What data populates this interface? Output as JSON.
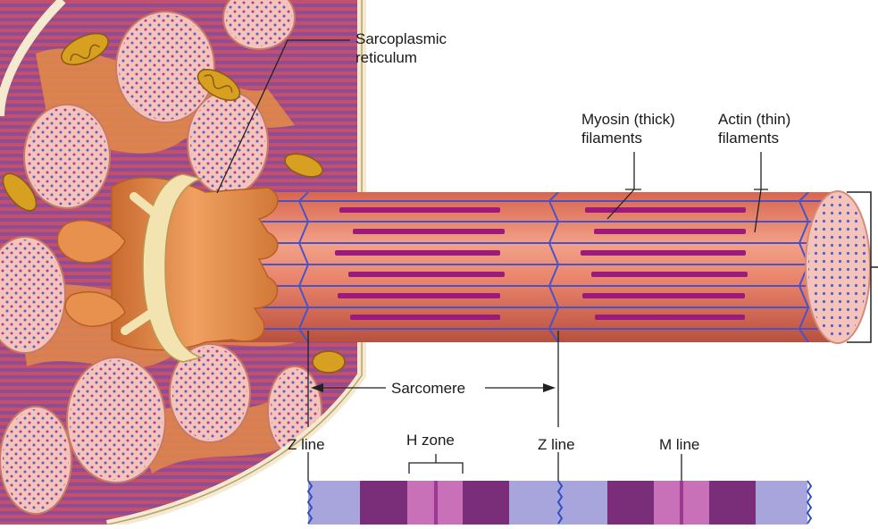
{
  "labels": {
    "sarcoplasmic_reticulum": [
      "Sarcoplasmic",
      "reticulum"
    ],
    "myosin": [
      "Myosin (thick)",
      "filaments"
    ],
    "actin": [
      "Actin (thin)",
      "filaments"
    ],
    "sarcomere": "Sarcomere",
    "z_line_left": "Z line",
    "h_zone": "H zone",
    "z_line_right": "Z line",
    "m_line": "M line"
  },
  "colors": {
    "fiber_body": "#e8826a",
    "fiber_highlight": "#f5b8a0",
    "fiber_shadow": "#b8503f",
    "myosin": "#9b1a7a",
    "actin_network": "#4b52c8",
    "reticulum": "#e38a4a",
    "t_tubule": "#f3e3b0",
    "sarcolemma": "#f4ead0",
    "band_i": "#a8a4dc",
    "band_a": "#7a2e7a",
    "band_h": "#c870b8",
    "cross_section": "#f4c4ba",
    "leader_line": "#222222"
  }
}
